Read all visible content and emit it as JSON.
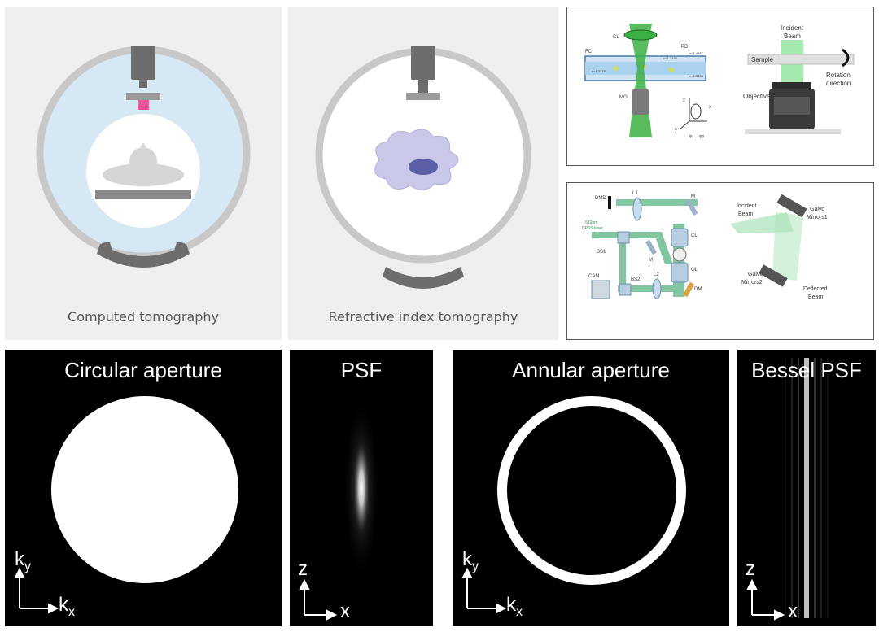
{
  "panels": {
    "ct": {
      "caption": "Computed tomography"
    },
    "rit": {
      "caption": "Refractive index tomography"
    },
    "setup_rotation": {
      "labels": {
        "cl": "CL",
        "pd": "PD",
        "fc": "FC",
        "mo": "MO",
        "n1": "n=1.4587",
        "n2": "n=1.3330",
        "n3": "n=1.3375",
        "n4": "n=1.3334",
        "incident_1": "Incident",
        "incident_2": "Beam",
        "sample": "Sample",
        "rotation_1": "Rotation",
        "rotation_2": "direction",
        "objective": "Objective",
        "ax_z": "z",
        "ax_x": "x",
        "ax_y": "y",
        "ax_phi": "φ₂ ... φp"
      }
    },
    "setup_galvo": {
      "labels": {
        "dmd": "DMD",
        "l1": "L1",
        "m_top": "M",
        "laser_1": "532nm",
        "laser_2": "DPSS laser",
        "bs1": "BS1",
        "m_mid": "M",
        "cl": "CL",
        "ol": "OL",
        "cam": "CAM",
        "bs2": "BS2",
        "l2": "L2",
        "dm": "DM",
        "incident_1": "Incident",
        "incident_2": "Beam",
        "galvo1_1": "Galvo",
        "galvo1_2": "Mirrors1",
        "galvo2_1": "Galvo",
        "galvo2_2": "Mirrors2",
        "deflected_1": "Deflected",
        "deflected_2": "Beam"
      }
    },
    "circular": {
      "title": "Circular aperture",
      "ax_y": "k",
      "ax_y_sub": "y",
      "ax_x": "k",
      "ax_x_sub": "x"
    },
    "psf": {
      "title": "PSF",
      "ax_y": "z",
      "ax_x": "x"
    },
    "annular": {
      "title": "Annular aperture",
      "ax_y": "k",
      "ax_y_sub": "y",
      "ax_x": "k",
      "ax_x_sub": "x"
    },
    "bessel": {
      "title": "Bessel PSF",
      "ax_y": "z",
      "ax_x": "x"
    }
  },
  "colors": {
    "panel_bg": "#efefef",
    "ring": "#c8c8c8",
    "ring_fill": "#d7e8f5",
    "device": "#6d6d6d",
    "laser_green": "#3cb043",
    "pink": "#e8599a",
    "cell": "#c9c8e8",
    "nucleus": "#5a5fa6"
  }
}
